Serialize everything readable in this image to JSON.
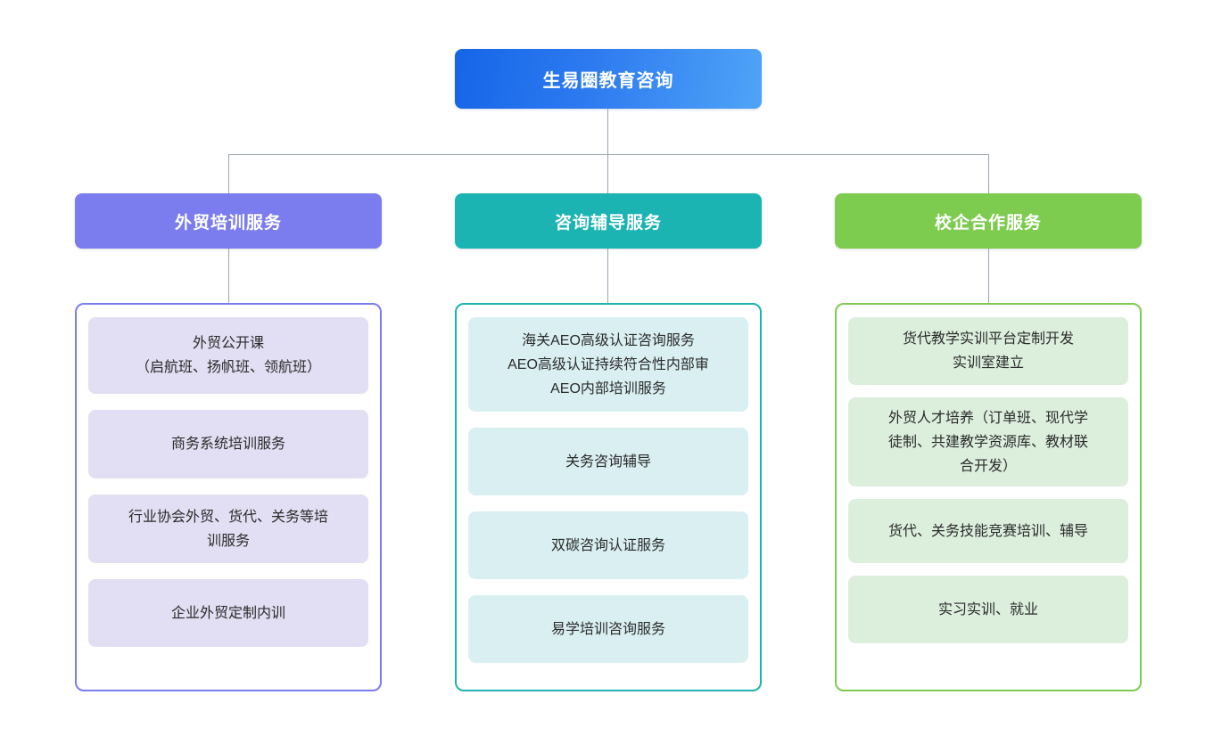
{
  "diagram": {
    "type": "organization-tree",
    "root": {
      "label": "生易圈教育咨询",
      "color": "#2E7BF0"
    },
    "branches": [
      {
        "label": "外贸培训服务",
        "color": "#7B7DEE",
        "card_color": "#E2DEF3",
        "items": [
          "外贸公开课\n（启航班、扬帆班、领航班）",
          "商务系统培训服务",
          "行业协会外贸、货代、关务等培\n训服务",
          "企业外贸定制内训"
        ]
      },
      {
        "label": "咨询辅导服务",
        "color": "#1CB3B3",
        "card_color": "#D9EFF1",
        "items": [
          "海关AEO高级认证咨询服务\nAEO高级认证持续符合性内部审\nAEO内部培训服务",
          "关务咨询辅导",
          "双碳咨询认证服务",
          "易学培训咨询服务"
        ]
      },
      {
        "label": "校企合作服务",
        "color": "#7DCB4F",
        "card_color": "#DCEFDD",
        "items": [
          "货代教学实训平台定制开发\n实训室建立",
          "外贸人才培养（订单班、现代学\n徒制、共建教学资源库、教材联\n合开发）",
          "货代、关务技能竞赛培训、辅导",
          "实习实训、就业"
        ]
      }
    ],
    "connector_color": "#9aa6b2"
  }
}
